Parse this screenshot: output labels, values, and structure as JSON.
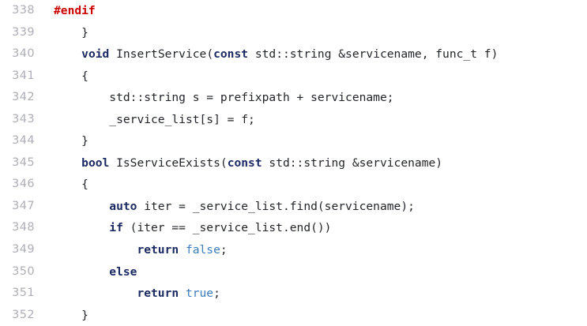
{
  "editor": {
    "name": "code-editor-pane",
    "language": "cpp",
    "background_color": "#ffffff",
    "gutter_color": "#aeaeb8",
    "text_color": "#22252a",
    "indent_width_spaces": 4,
    "first_visible_line": 338,
    "last_visible_line": 352,
    "colors": {
      "keyword": "#1b2a63",
      "preprocessor": "#cc0000",
      "literal": "#3b7cbd",
      "plain": "#22252a",
      "line_number": "#aeaeb8",
      "background": "#ffffff"
    },
    "lines": [
      {
        "number": "338",
        "indent": 0,
        "text": "#endif",
        "tokens": [
          {
            "t": "#endif",
            "k": "pre"
          }
        ]
      },
      {
        "number": "339",
        "indent": 1,
        "text": "}",
        "tokens": [
          {
            "t": "}",
            "k": "punct"
          }
        ]
      },
      {
        "number": "340",
        "indent": 1,
        "text": "void InsertService(const std::string &servicename, func_t f)",
        "tokens": [
          {
            "t": "void",
            "k": "kw"
          },
          {
            "t": " InsertService(",
            "k": "plain"
          },
          {
            "t": "const",
            "k": "kw"
          },
          {
            "t": " std::string &servicename, func_t f)",
            "k": "plain"
          }
        ]
      },
      {
        "number": "341",
        "indent": 1,
        "text": "{",
        "tokens": [
          {
            "t": "{",
            "k": "punct"
          }
        ]
      },
      {
        "number": "342",
        "indent": 2,
        "text": "std::string s = prefixpath + servicename;",
        "tokens": [
          {
            "t": "std::string s = prefixpath + servicename;",
            "k": "plain"
          }
        ]
      },
      {
        "number": "343",
        "indent": 2,
        "text": "_service_list[s] = f;",
        "tokens": [
          {
            "t": "_service_list[s] = f;",
            "k": "plain"
          }
        ]
      },
      {
        "number": "344",
        "indent": 1,
        "text": "}",
        "tokens": [
          {
            "t": "}",
            "k": "punct"
          }
        ]
      },
      {
        "number": "345",
        "indent": 1,
        "text": "bool IsServiceExists(const std::string &servicename)",
        "tokens": [
          {
            "t": "bool",
            "k": "kw"
          },
          {
            "t": " IsServiceExists(",
            "k": "plain"
          },
          {
            "t": "const",
            "k": "kw"
          },
          {
            "t": " std::string &servicename)",
            "k": "plain"
          }
        ]
      },
      {
        "number": "346",
        "indent": 1,
        "text": "{",
        "tokens": [
          {
            "t": "{",
            "k": "punct"
          }
        ]
      },
      {
        "number": "347",
        "indent": 2,
        "text": "auto iter = _service_list.find(servicename);",
        "tokens": [
          {
            "t": "auto",
            "k": "kw"
          },
          {
            "t": " iter = _service_list.find(servicename);",
            "k": "plain"
          }
        ]
      },
      {
        "number": "348",
        "indent": 2,
        "text": "if (iter == _service_list.end())",
        "tokens": [
          {
            "t": "if",
            "k": "kw"
          },
          {
            "t": " (iter == _service_list.end())",
            "k": "plain"
          }
        ]
      },
      {
        "number": "349",
        "indent": 3,
        "text": "return false;",
        "tokens": [
          {
            "t": "return",
            "k": "kw"
          },
          {
            "t": " ",
            "k": "plain"
          },
          {
            "t": "false",
            "k": "lit"
          },
          {
            "t": ";",
            "k": "plain"
          }
        ]
      },
      {
        "number": "350",
        "indent": 2,
        "text": "else",
        "tokens": [
          {
            "t": "else",
            "k": "kw"
          }
        ]
      },
      {
        "number": "351",
        "indent": 3,
        "text": "return true;",
        "tokens": [
          {
            "t": "return",
            "k": "kw"
          },
          {
            "t": " ",
            "k": "plain"
          },
          {
            "t": "true",
            "k": "lit"
          },
          {
            "t": ";",
            "k": "plain"
          }
        ]
      },
      {
        "number": "352",
        "indent": 1,
        "text": "}",
        "tokens": [
          {
            "t": "}",
            "k": "punct"
          }
        ]
      }
    ]
  }
}
